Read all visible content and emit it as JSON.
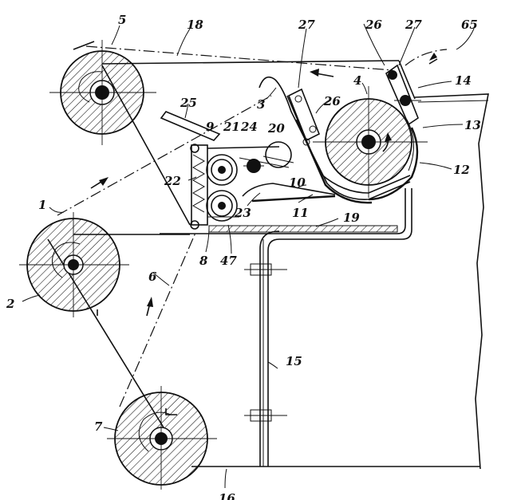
{
  "figure": {
    "labels": {
      "l1": "1",
      "l2": "2",
      "l3": "3",
      "l4": "4",
      "l5": "5",
      "l6": "6",
      "l7": "7",
      "l8": "8",
      "l9": "9",
      "l10": "10",
      "l11": "11",
      "l12": "12",
      "l13": "13",
      "l14": "14",
      "l15": "15",
      "l16": "16",
      "l18": "18",
      "l19": "19",
      "l20": "20",
      "l21": "21",
      "l22": "22",
      "l23": "23",
      "l24": "24",
      "l25": "25",
      "l26a": "26",
      "l26b": "26",
      "l27a": "27",
      "l27b": "27",
      "l47": "47",
      "l65": "65"
    }
  }
}
